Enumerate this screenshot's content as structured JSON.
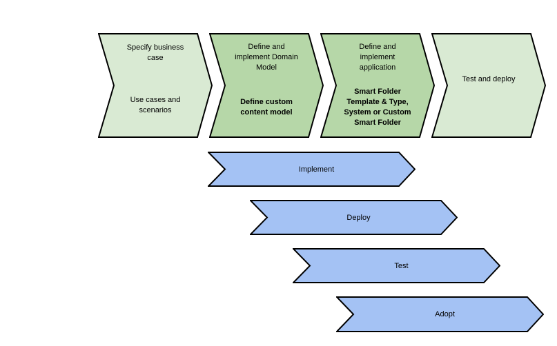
{
  "colors": {
    "stage_light_green": "#d9ead3",
    "stage_medium_green": "#b6d7a8",
    "phase_blue": "#a4c2f4",
    "outline": "#000000"
  },
  "stages": [
    {
      "title": "Specify business\ncase",
      "subtitle": "Use cases and\nscenarios"
    },
    {
      "title": "Define and\nimplement Domain\nModel",
      "subtitle": "Define custom\ncontent model"
    },
    {
      "title": "Define and\nimplement\napplication",
      "subtitle": "Smart Folder\nTemplate & Type,\nSystem or Custom\nSmart Folder"
    },
    {
      "title": "Test and deploy",
      "subtitle": ""
    }
  ],
  "phases": [
    {
      "label": "Implement"
    },
    {
      "label": "Deploy"
    },
    {
      "label": "Test"
    },
    {
      "label": "Adopt"
    }
  ]
}
